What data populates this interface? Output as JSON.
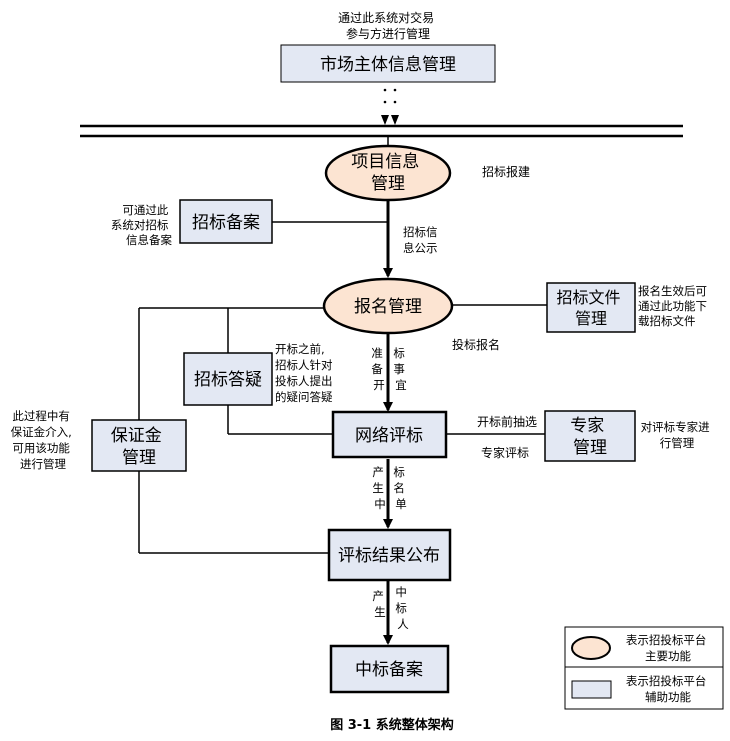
{
  "top_note": [
    "通过此系统对交易",
    "参与方进行管理"
  ],
  "market_box": "市场主体信息管理",
  "project_ellipse": [
    "项目信息",
    "管理"
  ],
  "bid_build_note": "招标报建",
  "filing_note": [
    "可通过此",
    "系统对招标",
    "信息备案"
  ],
  "filing_box": "招标备案",
  "publish_note": [
    "招标信",
    "息公示"
  ],
  "register_ellipse": "报名管理",
  "docs_box": [
    "招标文件",
    "管理"
  ],
  "docs_note": [
    "报名生效后可",
    "通过此功能下",
    "载招标文件"
  ],
  "bid_register_note": "投标报名",
  "prepare_note": [
    "准",
    "备",
    "开"
  ],
  "matter_note": [
    "标",
    "事",
    "宜"
  ],
  "qa_box": "招标答疑",
  "qa_note": [
    "开标之前,",
    "招标人针对",
    "投标人提出",
    "的疑问答疑"
  ],
  "deposit_note": [
    "此过程中有",
    "保证金介入,",
    "可用该功能",
    "进行管理"
  ],
  "deposit_box": [
    "保证金",
    "管理"
  ],
  "evaluation_box": "网络评标",
  "expert_pick_note": "开标前抽选",
  "expert_eval_note": "专家评标",
  "expert_box": [
    "专家",
    "管理"
  ],
  "expert_note": [
    "对评标专家进",
    "行管理"
  ],
  "produce_note1": [
    "产",
    "生",
    "中"
  ],
  "bidlist_note": [
    "标",
    "名",
    "单"
  ],
  "result_box": "评标结果公布",
  "produce_note2": [
    "产",
    "生"
  ],
  "winner_note": [
    "中",
    "标",
    "人"
  ],
  "award_box": "中标备案",
  "legend": {
    "main": [
      "表示招投标平台",
      "主要功能"
    ],
    "aux": [
      "表示招投标平台",
      "辅助功能"
    ]
  },
  "caption": "图 3-1 系统整体架构",
  "colors": {
    "ellipse_fill": "#fce4d2",
    "box_fill": "#e3e8f3",
    "stroke": "#000000"
  }
}
